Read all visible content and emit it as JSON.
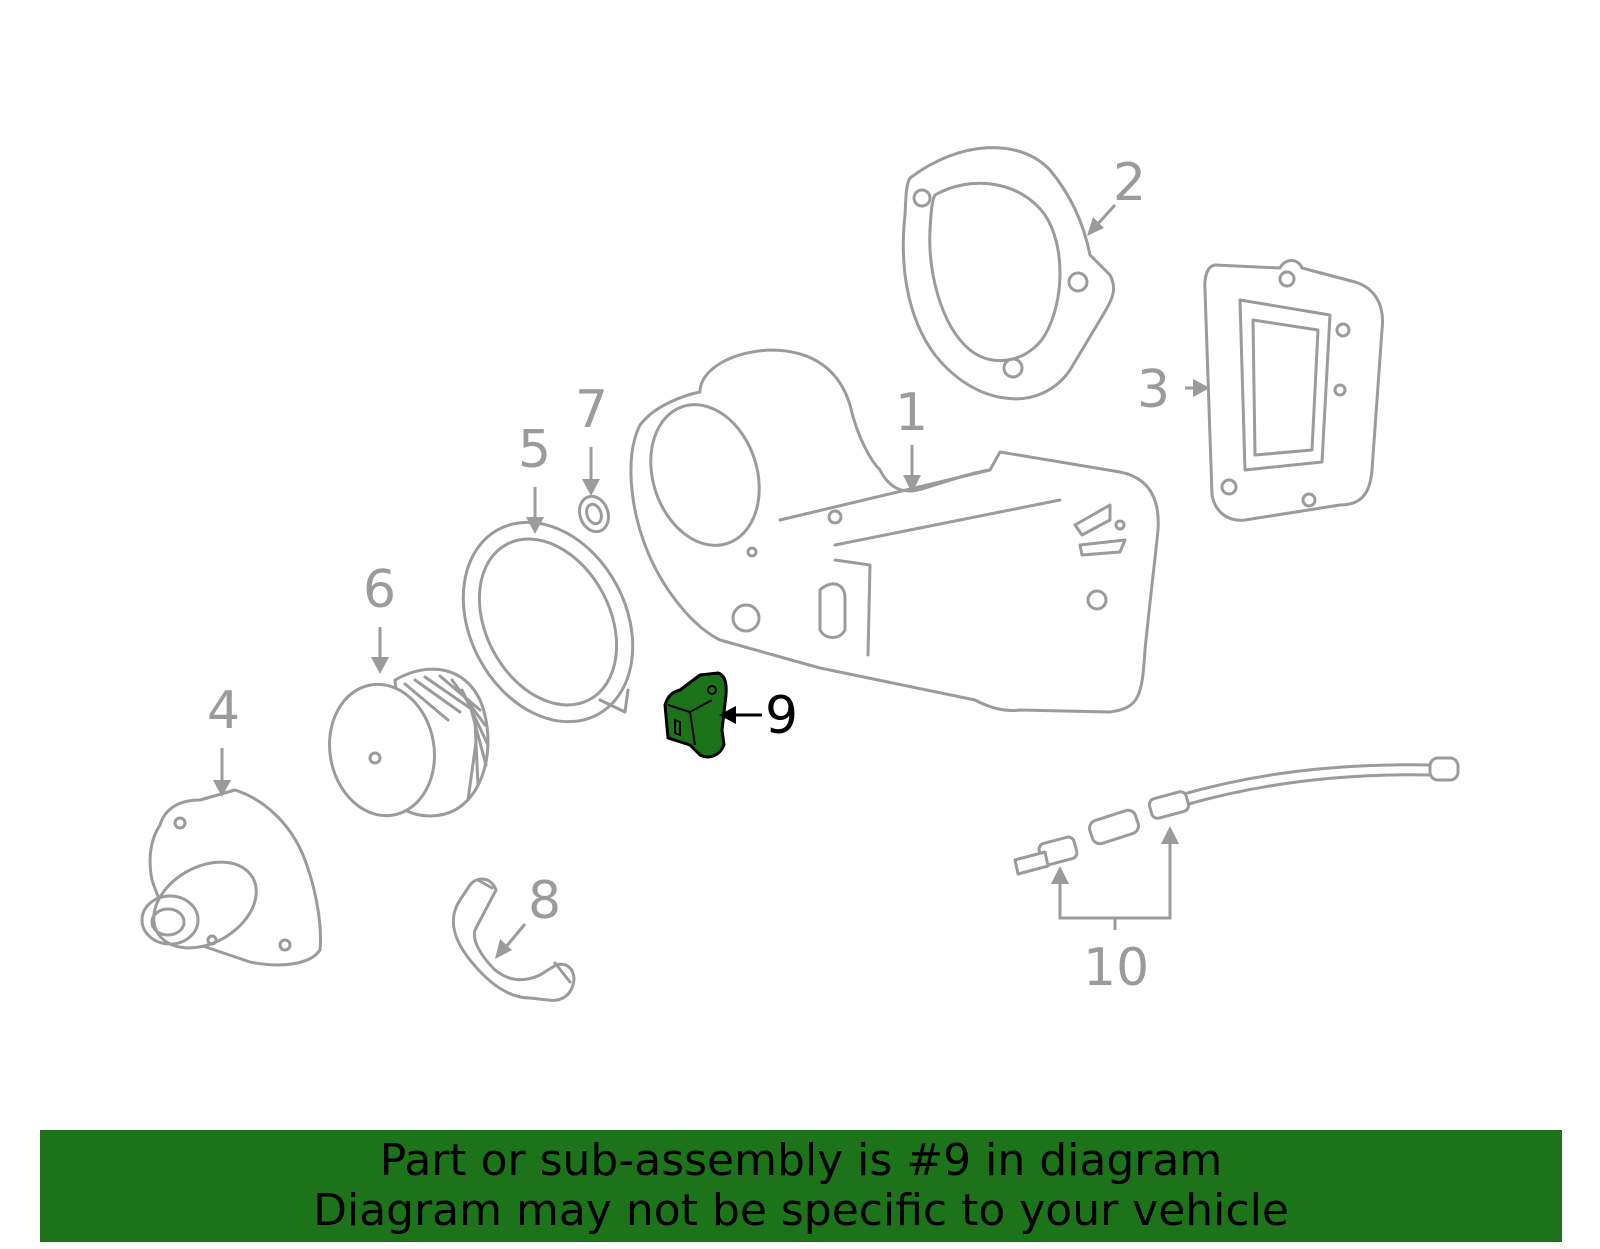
{
  "callouts": [
    "1",
    "2",
    "3",
    "4",
    "5",
    "6",
    "7",
    "8",
    "9",
    "10"
  ],
  "highlight": {
    "part": "9",
    "color": "#1d7319"
  },
  "banner": {
    "line1": "Part or sub-assembly is #9 in diagram",
    "line2": "Diagram may not be specific to your vehicle",
    "background": "#1d7319"
  },
  "colors": {
    "outline": "#9b9b9b",
    "selected_outline": "#000000"
  }
}
